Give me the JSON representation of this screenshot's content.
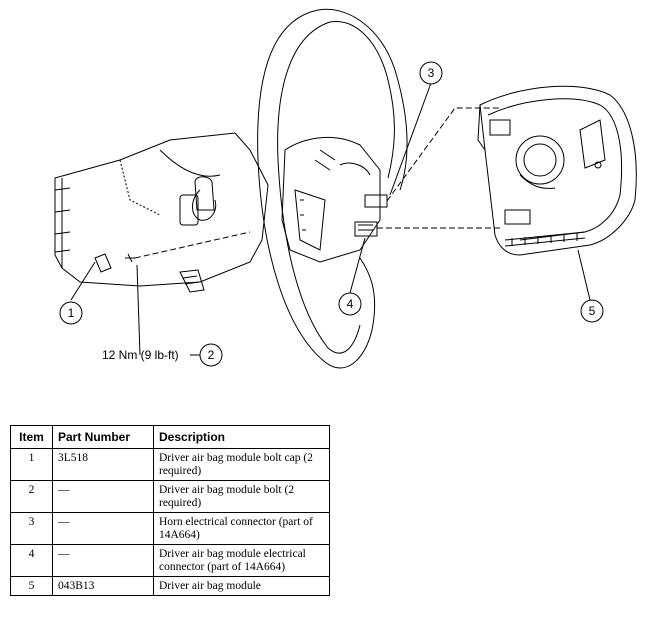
{
  "diagram": {
    "callouts": [
      "1",
      "2",
      "3",
      "4",
      "5"
    ],
    "torque_label": "12 Nm (9 lb-ft)"
  },
  "table": {
    "headers": [
      "Item",
      "Part Number",
      "Description"
    ],
    "rows": [
      {
        "item": "1",
        "part": "3L518",
        "desc": "Driver air bag module bolt cap (2 required)"
      },
      {
        "item": "2",
        "part": "—",
        "desc": "Driver air bag module bolt (2 required)"
      },
      {
        "item": "3",
        "part": "—",
        "desc": "Horn electrical connector (part of 14A664)"
      },
      {
        "item": "4",
        "part": "—",
        "desc": "Driver air bag module electrical connector (part of 14A664)"
      },
      {
        "item": "5",
        "part": "043B13",
        "desc": "Driver air bag module"
      }
    ]
  }
}
